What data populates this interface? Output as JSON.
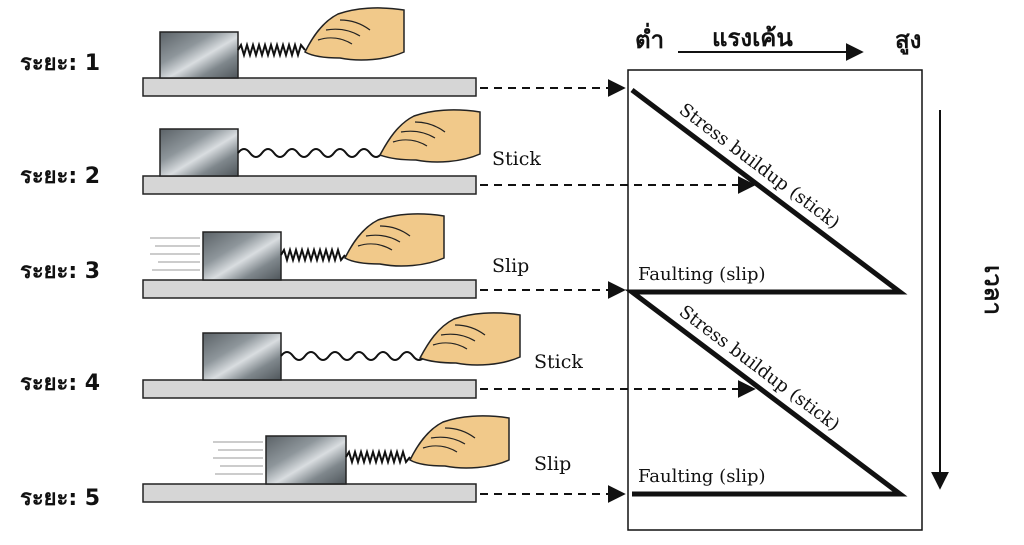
{
  "stages": [
    {
      "label": "ระยะ: 1",
      "phase": ""
    },
    {
      "label": "ระยะ: 2",
      "phase": "Stick"
    },
    {
      "label": "ระยะ: 3",
      "phase": "Slip"
    },
    {
      "label": "ระยะ: 4",
      "phase": "Stick"
    },
    {
      "label": "ระยะ: 5",
      "phase": "Slip"
    }
  ],
  "graph": {
    "low_label": "ต่ำ",
    "stress_label": "แรงเค้น",
    "high_label": "สูง",
    "time_label": "เวลา",
    "buildup_label_1": "Stress buildup (stick)",
    "buildup_label_2": "Stress buildup (stick)",
    "faulting_label_1": "Faulting (slip)",
    "faulting_label_2": "Faulting (slip)"
  },
  "colors": {
    "platform_fill": "#d6d6d6",
    "block_dark": "#5b6267",
    "block_light": "#d9dde0",
    "hand_skin": "#f1c98a",
    "ink": "#111111"
  }
}
